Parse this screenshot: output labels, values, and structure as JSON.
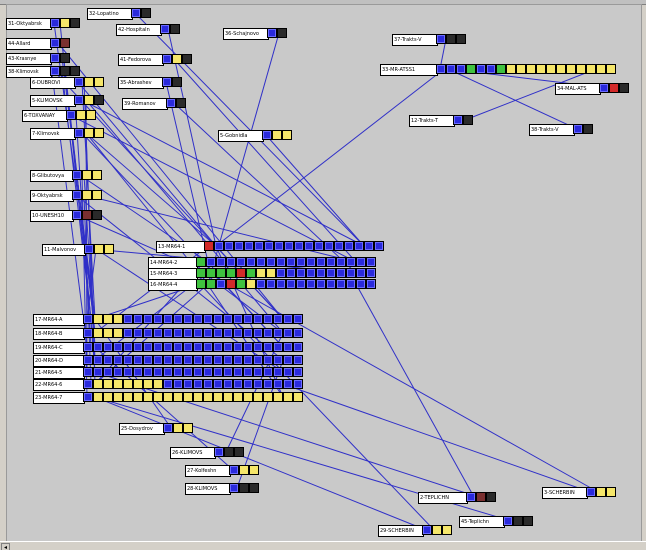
{
  "colors": {
    "link": "#3030c8",
    "blue": "#2a2adc",
    "yellow": "#f5e66a",
    "red": "#d22a2a",
    "green": "#3fc23f",
    "black": "#2a2a2a",
    "maroon": "#7a3030"
  },
  "nodes": [
    {
      "id": "n31",
      "label": "31-Oktyabrsk",
      "cells": "byk"
    },
    {
      "id": "n44",
      "label": "44-Allard",
      "cells": "bm"
    },
    {
      "id": "n43",
      "label": "43-Krasnye",
      "cells": "bk"
    },
    {
      "id": "n38",
      "label": "38-Klimovsk",
      "cells": "bkk"
    },
    {
      "id": "n6",
      "label": "6-DUBROVI",
      "cells": "byy"
    },
    {
      "id": "n5",
      "label": "5-KLIMOVSK",
      "cells": "byk"
    },
    {
      "id": "n6b",
      "label": "6-TOXVANAY",
      "cells": "byy"
    },
    {
      "id": "n7",
      "label": "7-Klimovsk",
      "cells": "byy"
    },
    {
      "id": "n8",
      "label": "8-Glibutovya",
      "cells": "byy"
    },
    {
      "id": "n9",
      "label": "9-Oktyabrsk",
      "cells": "byy"
    },
    {
      "id": "n10",
      "label": "10-UNESH10",
      "cells": "bmk"
    },
    {
      "id": "n11",
      "label": "11-Malvonov",
      "cells": "byy"
    },
    {
      "id": "n32",
      "label": "32-Lopatino",
      "cells": "bk"
    },
    {
      "id": "n42",
      "label": "42-Hospitaln",
      "cells": "bk"
    },
    {
      "id": "n41",
      "label": "41-Fedorova",
      "cells": "byk"
    },
    {
      "id": "n35",
      "label": "35-Abrashev",
      "cells": "bk"
    },
    {
      "id": "n39",
      "label": "39-Romanov",
      "cells": "bk"
    },
    {
      "id": "n36",
      "label": "36-Schajnovo",
      "cells": "bk"
    },
    {
      "id": "n5b",
      "label": "5-Gobnidla",
      "cells": "byy"
    },
    {
      "id": "n37",
      "label": "37-Trakts-V",
      "cells": "bkk"
    },
    {
      "id": "n33",
      "label": "33-MR-ATSS1",
      "cells": "bbbgbbgyyyyyyyyyyy"
    },
    {
      "id": "n34",
      "label": "34-MAL-ATS",
      "cells": "brk"
    },
    {
      "id": "n12",
      "label": "12-Trakts-T",
      "cells": "bk"
    },
    {
      "id": "n38b",
      "label": "38-Trakts-V",
      "cells": "bk"
    },
    {
      "id": "n13",
      "label": "13-MR64-1",
      "cells": "rbbbbbbbbbbbbbbbbb"
    },
    {
      "id": "n14",
      "label": "14-MR64-2",
      "cells": "gbbbbbbbbbbbbbbbbb"
    },
    {
      "id": "n15",
      "label": "15-MR64-3",
      "cells": "ggggrgyybbbbbbbbbb"
    },
    {
      "id": "n16",
      "label": "16-MR64-4",
      "cells": "ggbrgybbbbbbbbbbbb"
    },
    {
      "id": "n17",
      "label": "17-MR64-A",
      "cells": "byyybbbbbbbbbbbbbbbbbb"
    },
    {
      "id": "n18",
      "label": "18-MR64-B",
      "cells": "byyybbbbbbbbbbbbbbbbbb"
    },
    {
      "id": "n19",
      "label": "19-MR64-C",
      "cells": "bbbbbbbbbbbbbbbbbbbbbb"
    },
    {
      "id": "n20",
      "label": "20-MR64-D",
      "cells": "bbbbbbbbbbbbbbbbbbbbbb"
    },
    {
      "id": "n21",
      "label": "21-MR64-5",
      "cells": "bbbbbbbbbbbbbbbbbbbbbb"
    },
    {
      "id": "n22",
      "label": "22-MR64-6",
      "cells": "byyyyyyybbbbbbbbbbbbbb"
    },
    {
      "id": "n23",
      "label": "23-MR64-7",
      "cells": "byyyyyyyyyyyyyyyyyyyyy"
    },
    {
      "id": "n25",
      "label": "25-Dosydrov",
      "cells": "byy"
    },
    {
      "id": "n26",
      "label": "26-KLIMOVS",
      "cells": "bkk"
    },
    {
      "id": "n27",
      "label": "27-Kolfeshn",
      "cells": "byy"
    },
    {
      "id": "n28",
      "label": "28-KLIMOVS",
      "cells": "bkk"
    },
    {
      "id": "n2",
      "label": "2-TEPLICHN",
      "cells": "bmk"
    },
    {
      "id": "n3",
      "label": "3-SCHERBIN",
      "cells": "byy"
    },
    {
      "id": "n45",
      "label": "45-Teplichn",
      "cells": "bkk"
    },
    {
      "id": "n29",
      "label": "29-SCHERBIN",
      "cells": "byy"
    }
  ]
}
